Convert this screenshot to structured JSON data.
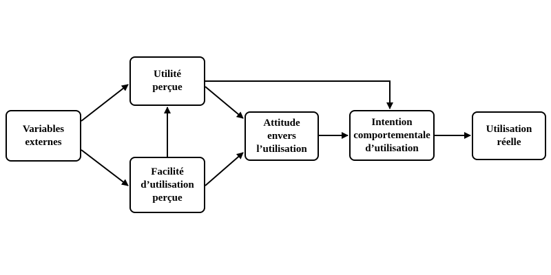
{
  "diagram": {
    "nodes": {
      "variables_externes": {
        "label": "Variables\nexternes"
      },
      "utilite_percue": {
        "label": "Utilité\nperçue"
      },
      "facilite_utilisation": {
        "label": "Facilité\nd’utilisation\nperçue"
      },
      "attitude": {
        "label": "Attitude\nenvers\nl’utilisation"
      },
      "intention": {
        "label": "Intention\ncomportementale\nd’utilisation"
      },
      "utilisation_reelle": {
        "label": "Utilisation\nréelle"
      }
    },
    "edges": [
      {
        "from": "variables_externes",
        "to": "utilite_percue"
      },
      {
        "from": "variables_externes",
        "to": "facilite_utilisation"
      },
      {
        "from": "facilite_utilisation",
        "to": "utilite_percue"
      },
      {
        "from": "utilite_percue",
        "to": "attitude"
      },
      {
        "from": "facilite_utilisation",
        "to": "attitude"
      },
      {
        "from": "utilite_percue",
        "to": "intention"
      },
      {
        "from": "attitude",
        "to": "intention"
      },
      {
        "from": "intention",
        "to": "utilisation_reelle"
      }
    ],
    "colors": {
      "stroke": "#000000",
      "fill": "#ffffff",
      "text": "#000000"
    }
  }
}
